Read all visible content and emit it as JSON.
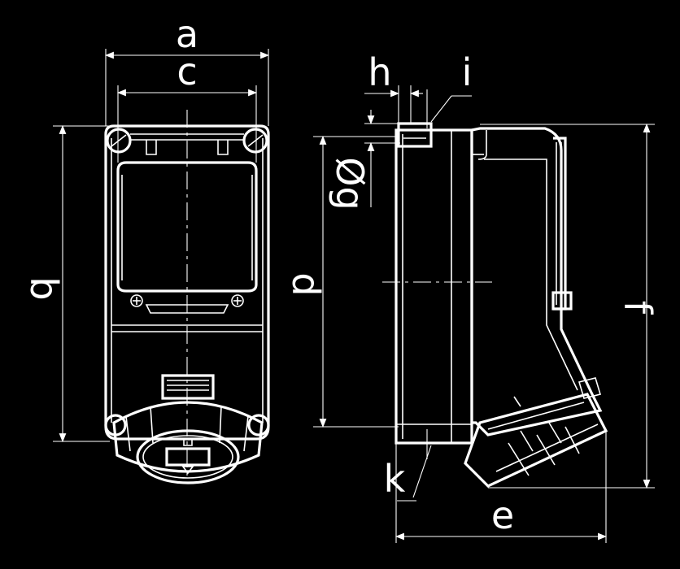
{
  "labels": {
    "a": "a",
    "b": "b",
    "c": "c",
    "d": "d",
    "e": "e",
    "f": "f",
    "g": "Øg",
    "h": "h",
    "i": "i",
    "k": "k"
  }
}
